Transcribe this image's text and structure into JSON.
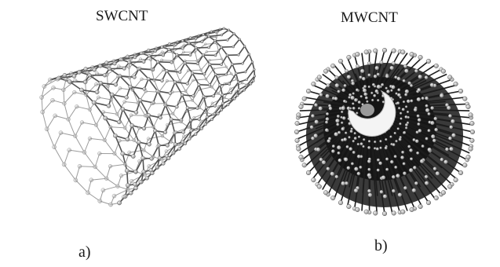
{
  "panels": [
    {
      "title": "SWCNT",
      "caption": "a)"
    },
    {
      "title": "MWCNT",
      "caption": "b)"
    }
  ],
  "colors": {
    "background": "#ffffff",
    "bond": "#4a4a4a",
    "atom_fill": "#bdbdbd",
    "atom_stroke": "#5a5a5a",
    "dark": "#151515",
    "text": "#1a1a1a"
  }
}
